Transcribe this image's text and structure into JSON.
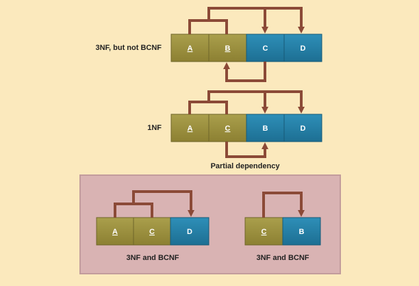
{
  "diagram1": {
    "label": "3NF, but not BCNF",
    "cells": [
      {
        "text": "A",
        "kind": "key"
      },
      {
        "text": "B",
        "kind": "key"
      },
      {
        "text": "C",
        "kind": "nonkey"
      },
      {
        "text": "D",
        "kind": "nonkey"
      }
    ]
  },
  "diagram2": {
    "label": "1NF",
    "cells": [
      {
        "text": "A",
        "kind": "key"
      },
      {
        "text": "C",
        "kind": "key"
      },
      {
        "text": "B",
        "kind": "nonkey"
      },
      {
        "text": "D",
        "kind": "nonkey"
      }
    ],
    "annotation": "Partial dependency"
  },
  "decomposition": {
    "left": {
      "cells": [
        {
          "text": "A",
          "kind": "key"
        },
        {
          "text": "C",
          "kind": "key"
        },
        {
          "text": "D",
          "kind": "nonkey"
        }
      ],
      "caption": "3NF and BCNF"
    },
    "right": {
      "cells": [
        {
          "text": "C",
          "kind": "key"
        },
        {
          "text": "B",
          "kind": "nonkey"
        }
      ],
      "caption": "3NF and BCNF"
    }
  },
  "colors": {
    "background": "#fbe9bd",
    "key_cell": "#9b8f3e",
    "nonkey_cell": "#2580a6",
    "arrow": "#8b4a37",
    "panel_fill": "#d9b3b3",
    "panel_border": "#c29c9c"
  }
}
